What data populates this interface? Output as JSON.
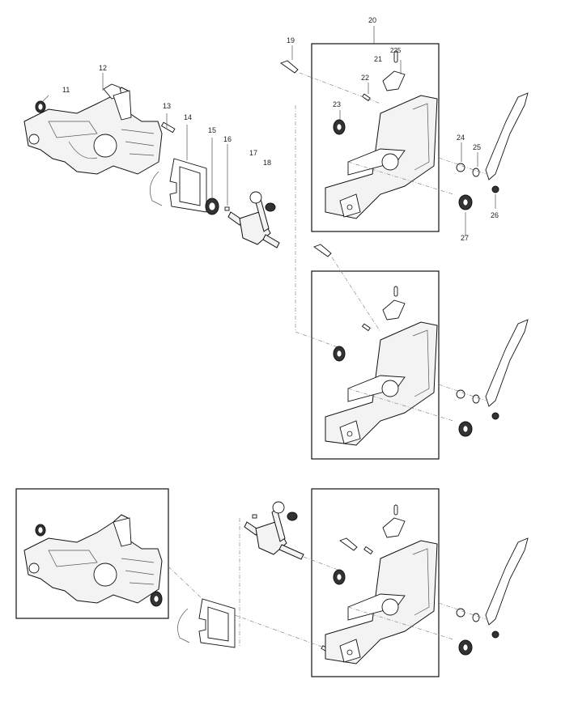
{
  "diagram": {
    "labels": [
      {
        "id": "11",
        "text": "11"
      },
      {
        "id": "12",
        "text": "12"
      },
      {
        "id": "13",
        "text": "13"
      },
      {
        "id": "14",
        "text": "14"
      },
      {
        "id": "15",
        "text": "15"
      },
      {
        "id": "16",
        "text": "16"
      },
      {
        "id": "17",
        "text": "17"
      },
      {
        "id": "18",
        "text": "18"
      },
      {
        "id": "19",
        "text": "19"
      },
      {
        "id": "20",
        "text": "20"
      },
      {
        "id": "21",
        "text": "21"
      },
      {
        "id": "22",
        "text": "22"
      },
      {
        "id": "225",
        "text": "225"
      },
      {
        "id": "23",
        "text": "23"
      },
      {
        "id": "24",
        "text": "24"
      },
      {
        "id": "25",
        "text": "25"
      },
      {
        "id": "26",
        "text": "26"
      },
      {
        "id": "27",
        "text": "27"
      }
    ]
  }
}
